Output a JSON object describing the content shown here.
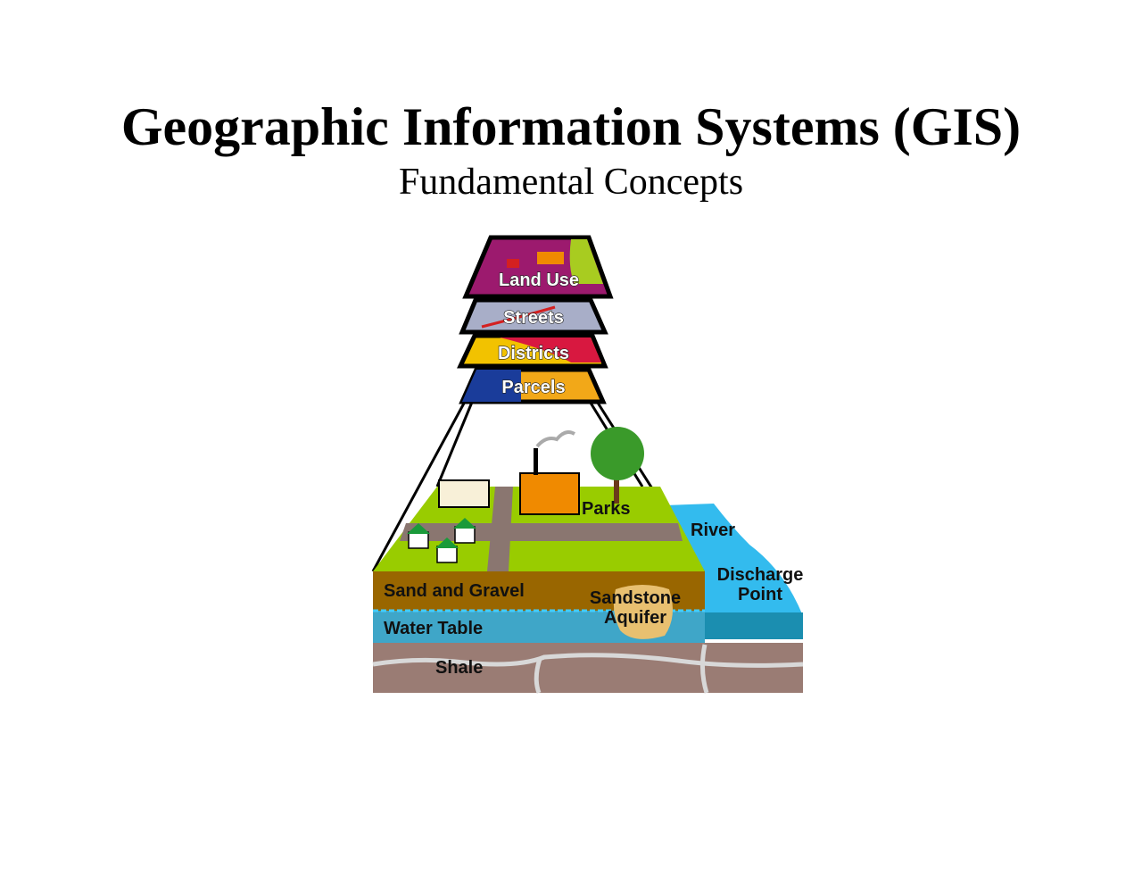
{
  "header": {
    "title": "Geographic Information Systems (GIS)",
    "subtitle": "Fundamental Concepts"
  },
  "diagram": {
    "layers": [
      {
        "label": "Land Use",
        "color": "#9c1a6e"
      },
      {
        "label": "Streets",
        "color": "#a8aec8"
      },
      {
        "label": "Districts",
        "color": "#f2c200"
      },
      {
        "label": "Parcels",
        "color": "#1a3c9a"
      }
    ],
    "ground_labels": {
      "parks": "Parks",
      "river": "River",
      "discharge_1": "Discharge",
      "discharge_2": "Point",
      "sand_gravel": "Sand and Gravel",
      "sandstone": "Sandstone",
      "aquifer": "Aquifer",
      "water_table": "Water Table",
      "shale": "Shale"
    },
    "colors": {
      "grass": "#99cc00",
      "road": "#8a7670",
      "sand_gravel": "#996600",
      "water_table": "#3fa6c8",
      "shale": "#9a7c74",
      "river": "#33bbee",
      "aquifer": "#e8c070"
    }
  }
}
